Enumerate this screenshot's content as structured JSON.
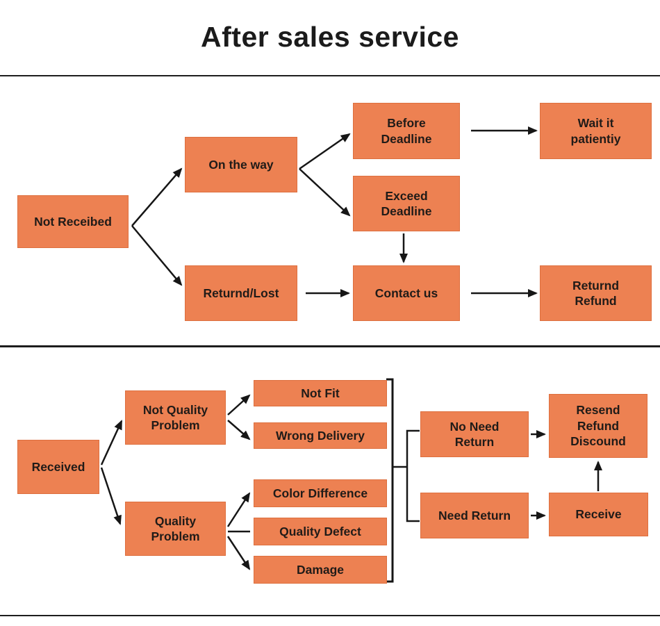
{
  "title": "After sales service",
  "colors": {
    "node_fill": "#ED8152",
    "node_border": "#DD6F3E",
    "node_text": "#201B18",
    "line": "#161616"
  },
  "nodes": {
    "not_received": {
      "label": "Not Receibed"
    },
    "on_the_way": {
      "label": "On the way"
    },
    "before_deadline": {
      "label": "Before\nDeadline"
    },
    "exceed_deadline": {
      "label": "Exceed\nDeadline"
    },
    "wait_patiently": {
      "label": "Wait it\npatientiy"
    },
    "returnd_lost": {
      "label": "Returnd/Lost"
    },
    "contact_us": {
      "label": "Contact us"
    },
    "returnd_refund": {
      "label": "Returnd\nRefund"
    },
    "received": {
      "label": "Received"
    },
    "not_quality_problem": {
      "label": "Not Quality\nProblem"
    },
    "quality_problem": {
      "label": "Quality\nProblem"
    },
    "not_fit": {
      "label": "Not Fit"
    },
    "wrong_delivery": {
      "label": "Wrong Delivery"
    },
    "color_difference": {
      "label": "Color Difference"
    },
    "quality_defect": {
      "label": "Quality Defect"
    },
    "damage": {
      "label": "Damage"
    },
    "no_need_return": {
      "label": "No Need\nReturn"
    },
    "need_return": {
      "label": "Need Return"
    },
    "resend_refund_discound": {
      "label": "Resend\nRefund\nDiscound"
    },
    "receive": {
      "label": "Receive"
    }
  }
}
